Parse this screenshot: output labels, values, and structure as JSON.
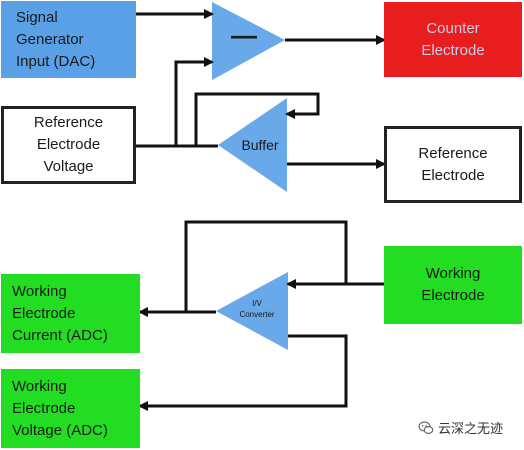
{
  "boxes": {
    "signal_generator": "Signal\nGenerator\nInput (DAC)",
    "counter_electrode": "Counter\nElectrode",
    "reference_voltage": "Reference\nElectrode\nVoltage",
    "reference_electrode": "Reference\nElectrode",
    "working_electrode": "Working\nElectrode",
    "we_current": "Working\nElectrode\nCurrent (ADC)",
    "we_voltage": "Working\nElectrode\nVoltage (ADC)"
  },
  "amplifiers": {
    "diff_amp_sign": "—",
    "buffer": "Buffer",
    "iv_converter": "I/V\nConverter"
  },
  "watermark": {
    "icon": "wechat-icon",
    "text": "云深之无迹"
  },
  "colors": {
    "amp": "#6aa9e9",
    "dac": "#5aa0e6",
    "counter": "#e81e1e",
    "working": "#22dd22",
    "wire": "#111111"
  }
}
